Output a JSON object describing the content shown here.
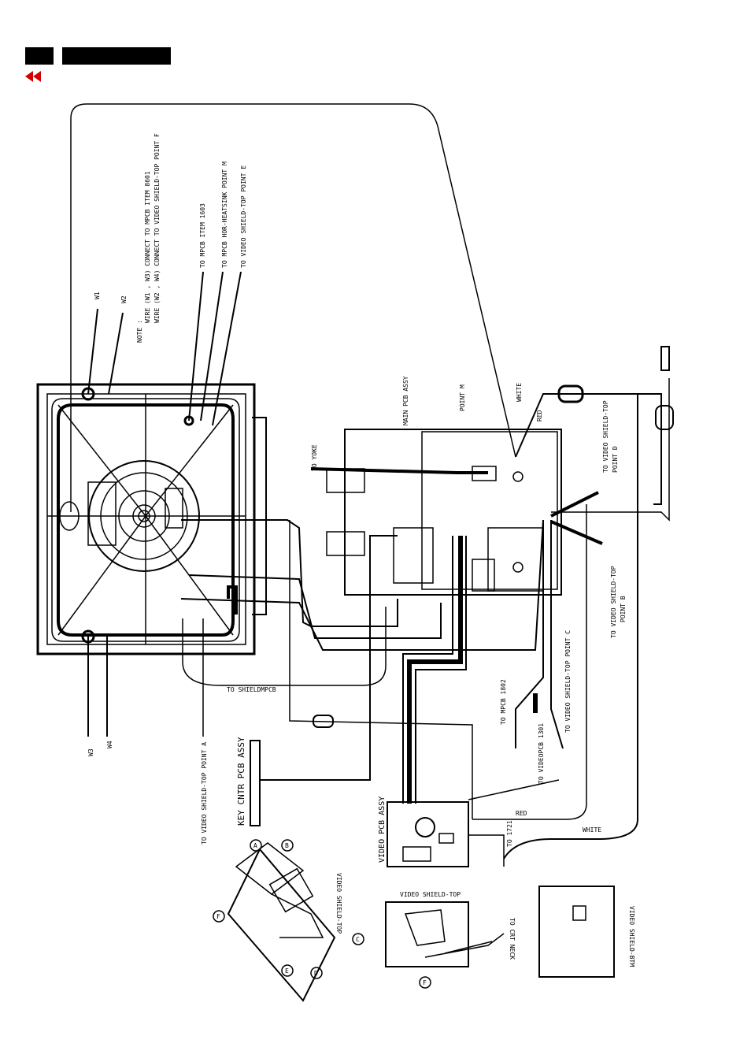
{
  "header": {
    "page_box": "",
    "title_box": ""
  },
  "nav": {
    "back_icon": "double-left-arrow-icon",
    "color": "#d00000"
  },
  "labels": {
    "w1": "W1",
    "w2": "W2",
    "w3": "W3",
    "w4": "W4",
    "note_title": "NOTE :",
    "note_1": "WIRE (W1 , W3)  CONNECT TO MPCB ITEM 8601",
    "note_2": "WIRE (W2 , W4) CONNECT TO VIDEO SHIELD-TOP POINT F",
    "to_mpcb_item": "TO MPCB ITEM 1603",
    "to_mpcb_hor": "TO MPCB HOR-HEATSINK POINT M",
    "to_vs_point_e": "TO VIDEO SHIELD-TOP POINT E",
    "main_pcb": "MAIN PCB ASSY",
    "point_m": "POINT M",
    "to_yoke": "TO YOKE",
    "white_top": "WHITE",
    "red_top": "RED",
    "to_vs_point_d": "TO VIDEO SHIELD-TOP",
    "point_d": "POINT D",
    "to_vs_point_b": "TO VIDEO SHIELD-TOP",
    "point_b": "POINT B",
    "to_vs_point_c": "TO VIDEO SHIELD-TOP POINT C",
    "to_mpcb_1802": "TO MPCB 1802",
    "to_videopcb_1301": "TO VIDEOPCB 1301",
    "to_shieldmpcb": "TO SHIELDMPCB",
    "to_vs_point_a": "TO VIDEO SHIELD-TOP POINT A",
    "key_cntr": "KEY CNTR PCB ASSY",
    "video_pcb": "VIDEO PCB ASSY",
    "red_bottom": "RED",
    "white_bottom": "WHITE",
    "to_1721": "TO 1721",
    "video_shield_top_a": "VIDEO SHIELD-TOP",
    "video_shield_top_b": "VIDEO SHIELD-TOP",
    "to_crt_neck": "TO CRT NECK",
    "video_shield_btm": "VIDEO SHIELD-BTM",
    "pt_a": "A",
    "pt_b": "B",
    "pt_c": "C",
    "pt_d": "D",
    "pt_e": "E",
    "pt_f1": "F",
    "pt_f2": "F"
  }
}
